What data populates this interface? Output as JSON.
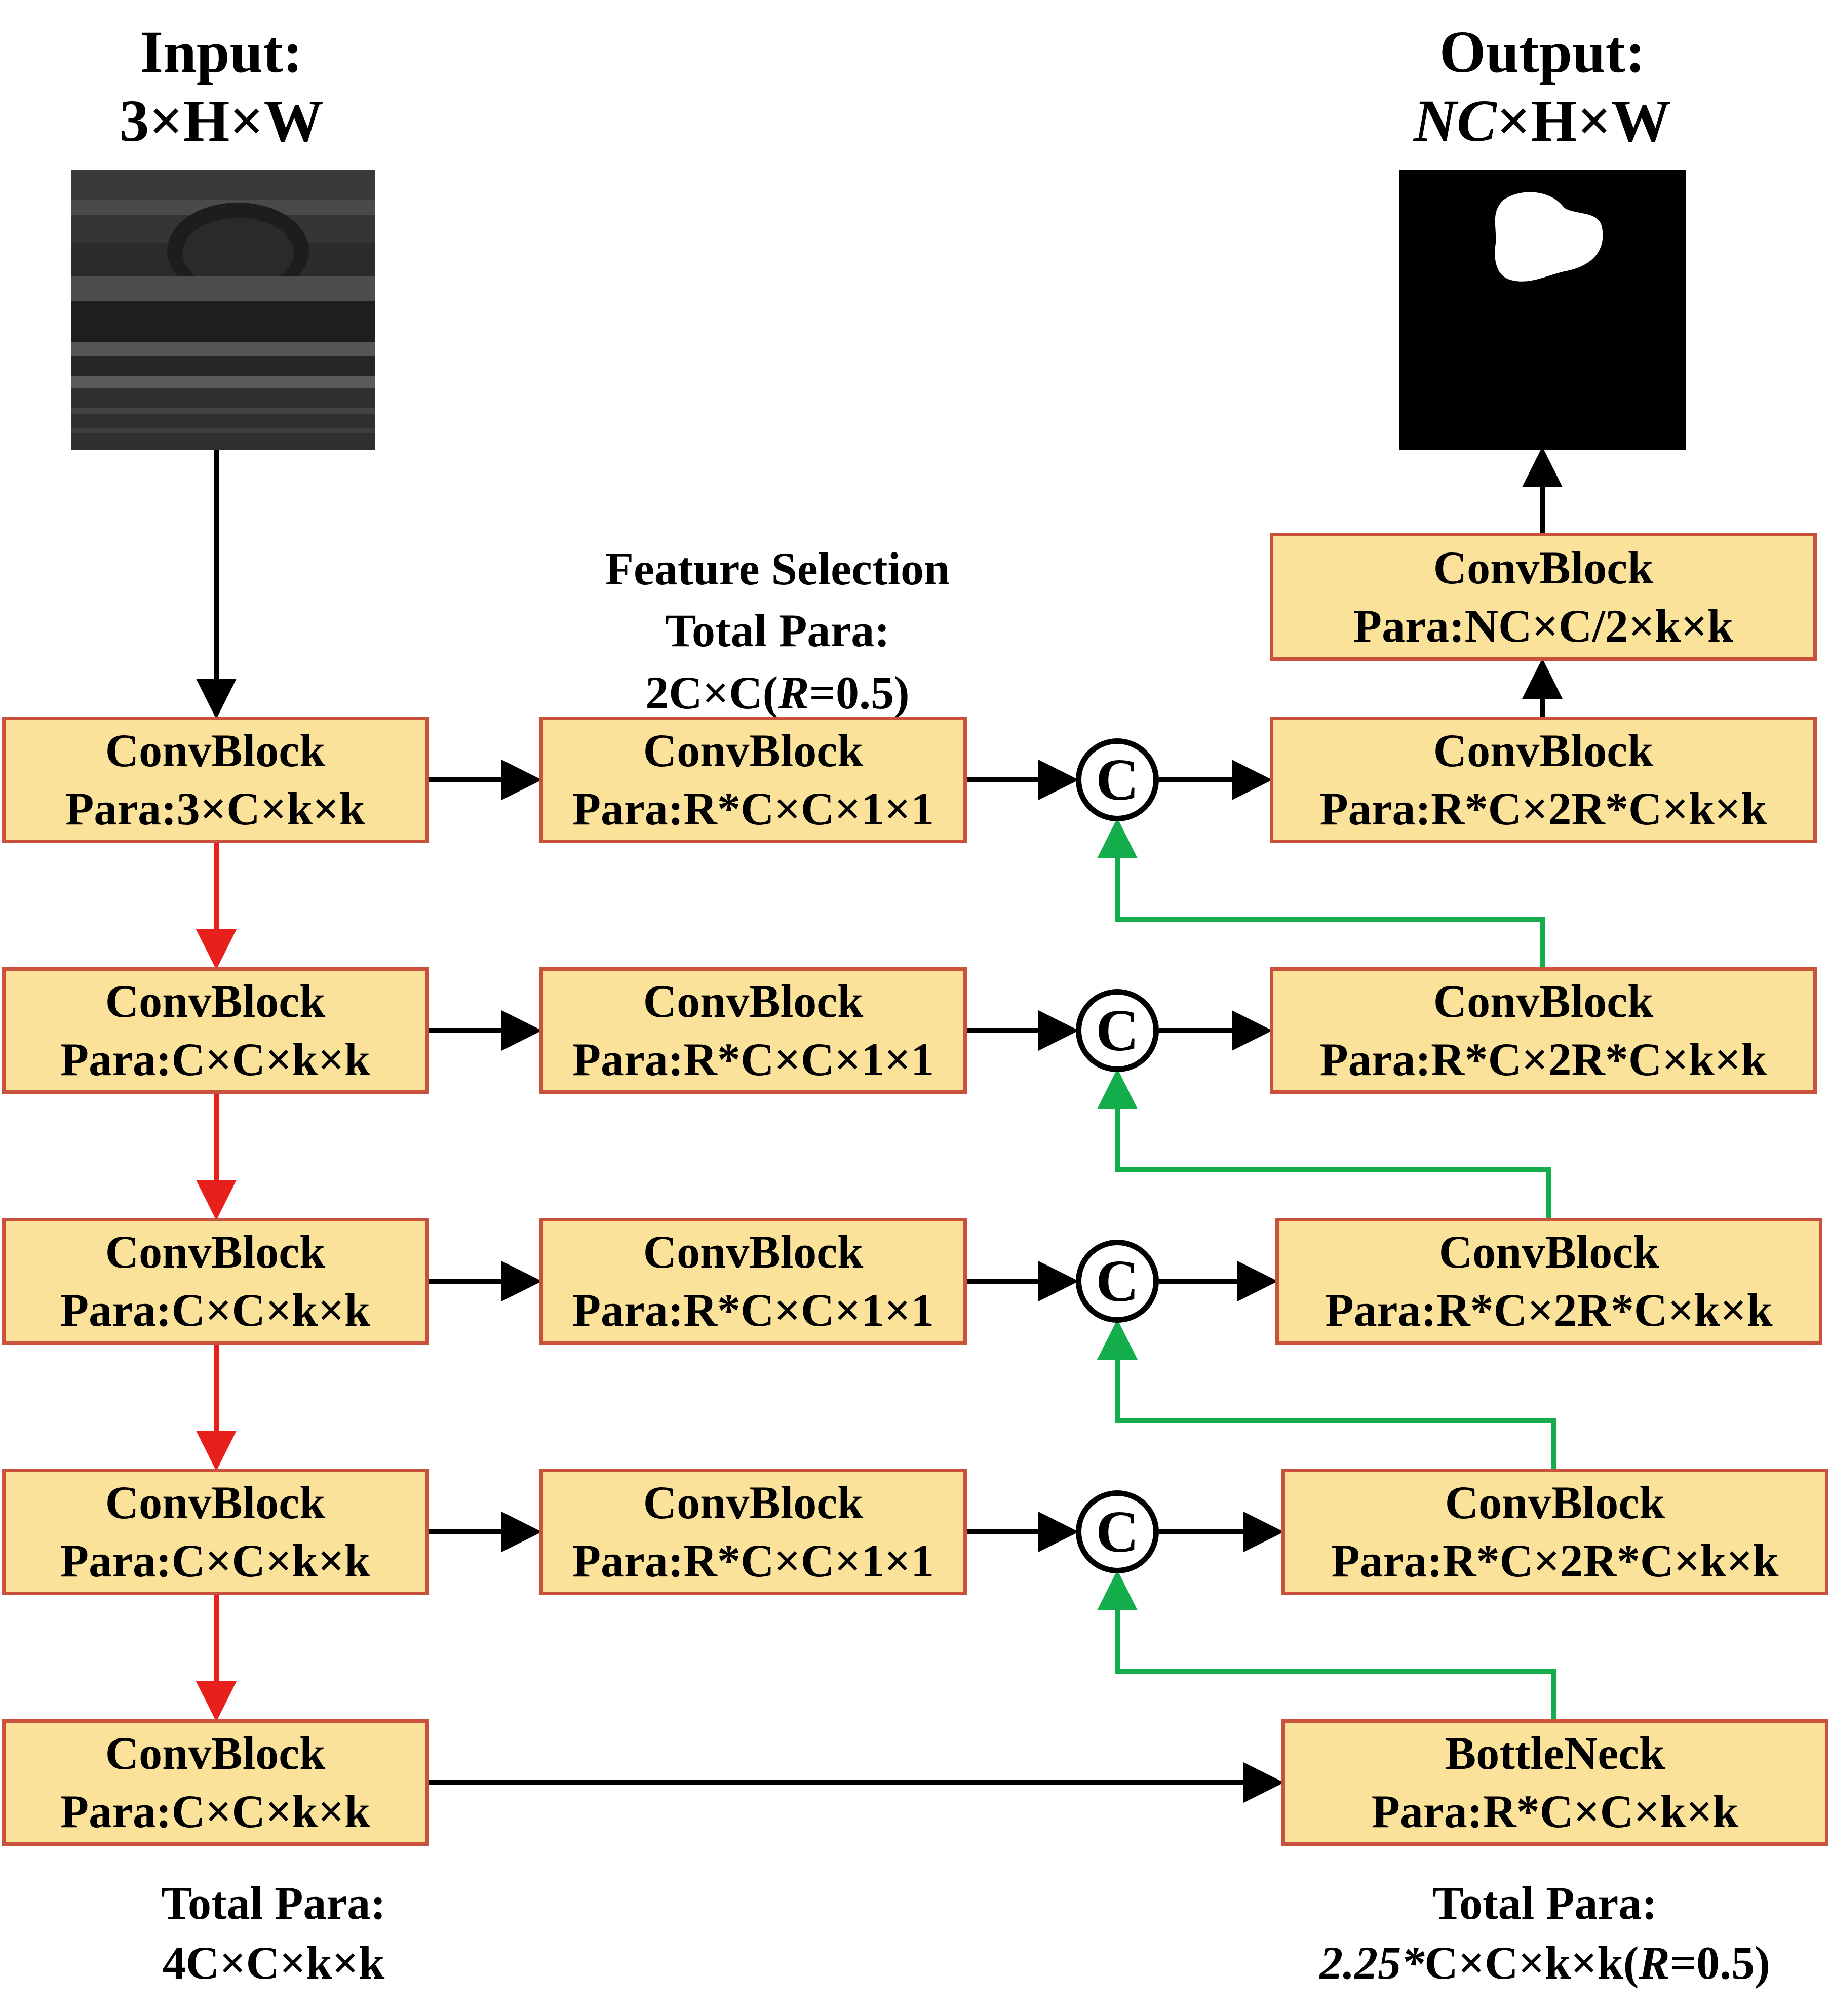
{
  "input": {
    "title": "Input:",
    "shape": "3×H×W"
  },
  "output": {
    "title": "Output:",
    "shape_prefix": "NC",
    "shape_suffix": "×H×W"
  },
  "feature_selection": {
    "title": "Feature Selection",
    "total_label": "Total Para:",
    "total_prefix": "2C×C(",
    "total_var": "R",
    "total_suffix": "=0.5)"
  },
  "encoder": [
    {
      "name": "ConvBlock",
      "para": "Para:3×C×k×k"
    },
    {
      "name": "ConvBlock",
      "para": "Para:C×C×k×k"
    },
    {
      "name": "ConvBlock",
      "para": "Para:C×C×k×k"
    },
    {
      "name": "ConvBlock",
      "para": "Para:C×C×k×k"
    },
    {
      "name": "ConvBlock",
      "para": "Para:C×C×k×k"
    }
  ],
  "selection": [
    {
      "name": "ConvBlock",
      "para": "Para:R*C×C×1×1"
    },
    {
      "name": "ConvBlock",
      "para": "Para:R*C×C×1×1"
    },
    {
      "name": "ConvBlock",
      "para": "Para:R*C×C×1×1"
    },
    {
      "name": "ConvBlock",
      "para": "Para:R*C×C×1×1"
    }
  ],
  "decoder": [
    {
      "name": "ConvBlock",
      "para": "Para:R*C×2R*C×k×k"
    },
    {
      "name": "ConvBlock",
      "para": "Para:R*C×2R*C×k×k"
    },
    {
      "name": "ConvBlock",
      "para": "Para:R*C×2R*C×k×k"
    },
    {
      "name": "ConvBlock",
      "para": "Para:R*C×2R*C×k×k"
    }
  ],
  "head": {
    "name": "ConvBlock",
    "para": "Para:NC×C/2×k×k"
  },
  "bottleneck": {
    "name": "BottleNeck",
    "para": "Para:R*C×C×k×k"
  },
  "concat_symbol": "C",
  "encoder_total": {
    "label": "Total Para:",
    "value": "4C×C×k×k"
  },
  "decoder_total": {
    "label": "Total Para:",
    "coef": "2.25*",
    "mid": "C×C×k×k(",
    "var": "R",
    "suffix": "=0.5)"
  },
  "colors": {
    "box_fill": "#fbe29a",
    "box_border": "#c8523c",
    "encoder_arrow": "#e8201c",
    "skip_arrow": "#13ad4b",
    "main_arrow": "#000000"
  },
  "images": {
    "input": "ultrasound-scan",
    "output": "segmentation-mask"
  }
}
